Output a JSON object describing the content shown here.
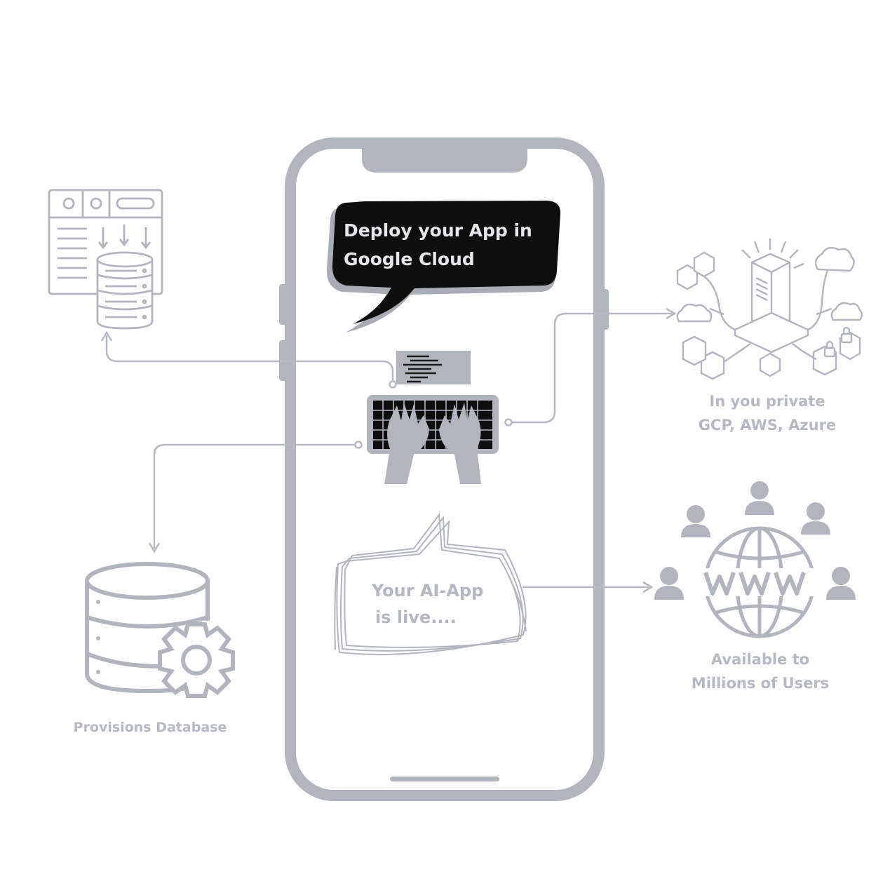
{
  "colors": {
    "ink": "#b2b5be",
    "dark": "#0e0e0e",
    "label": "#b6b9c1",
    "bubble_text": "#e4e6ea"
  },
  "speech_bubble": {
    "line1": "Deploy your App in",
    "line2": "Google Cloud"
  },
  "live_note": {
    "line1": "Your AI-App",
    "line2": "is live...."
  },
  "labels": {
    "cloud_line1": "In you private",
    "cloud_line2": "GCP, AWS, Azure",
    "users_line1": "Available to",
    "users_line2": "Millions of Users",
    "database": "Provisions Database"
  },
  "icons": {
    "web_data": "web-to-database-icon",
    "cloud_infra": "cloud-server-network-icon",
    "database_gear": "database-gear-icon",
    "globe_users": "globe-www-users-icon",
    "keyboard": "keyboard-typing-hands-icon"
  }
}
